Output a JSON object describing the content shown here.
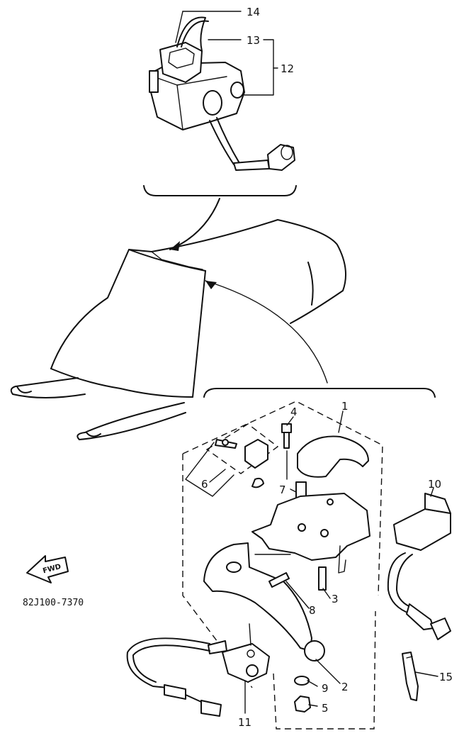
{
  "diagram_code": "82J100-7370",
  "fwd_text": "FWD",
  "callouts": [
    {
      "id": "c1",
      "text": "1"
    },
    {
      "id": "c2",
      "text": "2"
    },
    {
      "id": "c3",
      "text": "3"
    },
    {
      "id": "c4",
      "text": "4"
    },
    {
      "id": "c5",
      "text": "5"
    },
    {
      "id": "c6",
      "text": "6"
    },
    {
      "id": "c7",
      "text": "7"
    },
    {
      "id": "c8",
      "text": "8"
    },
    {
      "id": "c9",
      "text": "9"
    },
    {
      "id": "c10",
      "text": "10"
    },
    {
      "id": "c11",
      "text": "11"
    },
    {
      "id": "c12",
      "text": "12"
    },
    {
      "id": "c13",
      "text": "13"
    },
    {
      "id": "c14",
      "text": "14"
    },
    {
      "id": "c15",
      "text": "15"
    }
  ]
}
